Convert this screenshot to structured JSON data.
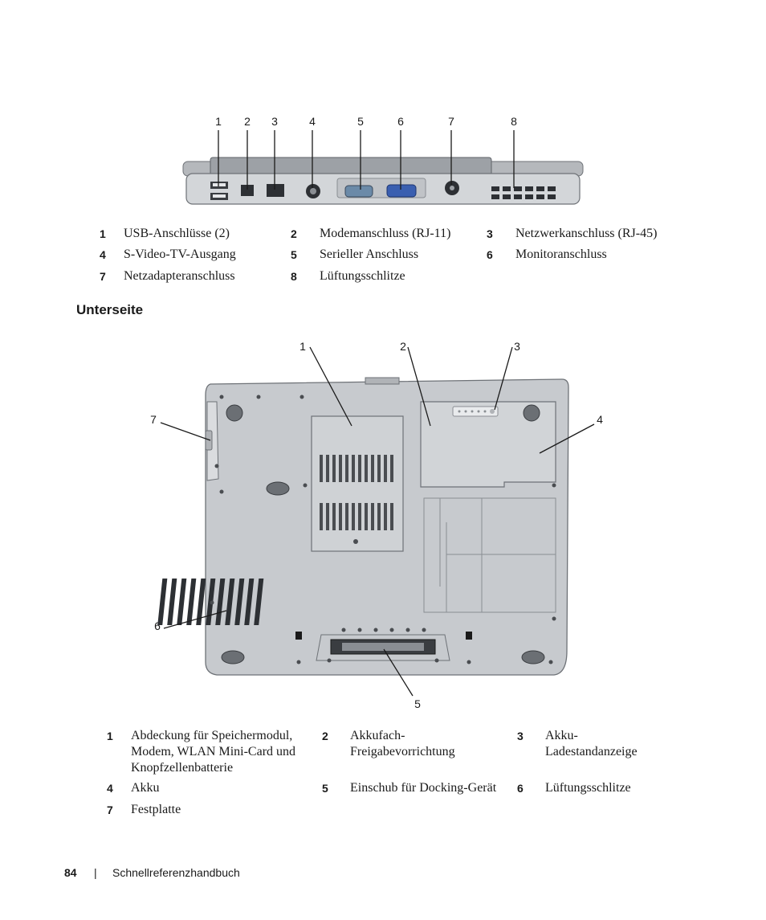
{
  "back_view": {
    "callouts": [
      "1",
      "2",
      "3",
      "4",
      "5",
      "6",
      "7",
      "8"
    ],
    "legend": [
      {
        "num": "1",
        "text": "USB-Anschlüsse (2)"
      },
      {
        "num": "2",
        "text": "Modemanschluss (RJ-11)"
      },
      {
        "num": "3",
        "text": "Netzwerkanschluss (RJ-45)"
      },
      {
        "num": "4",
        "text": "S-Video-TV-Ausgang"
      },
      {
        "num": "5",
        "text": "Serieller Anschluss"
      },
      {
        "num": "6",
        "text": "Monitoranschluss"
      },
      {
        "num": "7",
        "text": "Netzadapteranschluss"
      },
      {
        "num": "8",
        "text": "Lüftungsschlitze"
      }
    ]
  },
  "bottom_view": {
    "heading": "Unterseite",
    "callouts": [
      "1",
      "2",
      "3",
      "4",
      "5",
      "6",
      "7"
    ],
    "legend": [
      {
        "num": "1",
        "lines": [
          "Abdeckung für Speichermodul,",
          "Modem, WLAN Mini-Card und",
          "Knopfzellenbatterie"
        ]
      },
      {
        "num": "2",
        "lines": [
          "Akkufach-",
          "Freigabevorrichtung"
        ]
      },
      {
        "num": "3",
        "lines": [
          "Akku-",
          "Ladestandanzeige"
        ]
      },
      {
        "num": "4",
        "lines": [
          "Akku"
        ]
      },
      {
        "num": "5",
        "lines": [
          "Einschub für Docking-Gerät"
        ]
      },
      {
        "num": "6",
        "lines": [
          "Lüftungsschlitze"
        ]
      },
      {
        "num": "7",
        "lines": [
          "Festplatte"
        ]
      }
    ]
  },
  "footer": {
    "page_number": "84",
    "separator": "|",
    "title": "Schnellreferenzhandbuch"
  },
  "colors": {
    "laptop_body": "#c9ccd0",
    "laptop_dark": "#8a8e93",
    "vga_blue": "#3a5fb0",
    "text": "#1a1a1a"
  }
}
